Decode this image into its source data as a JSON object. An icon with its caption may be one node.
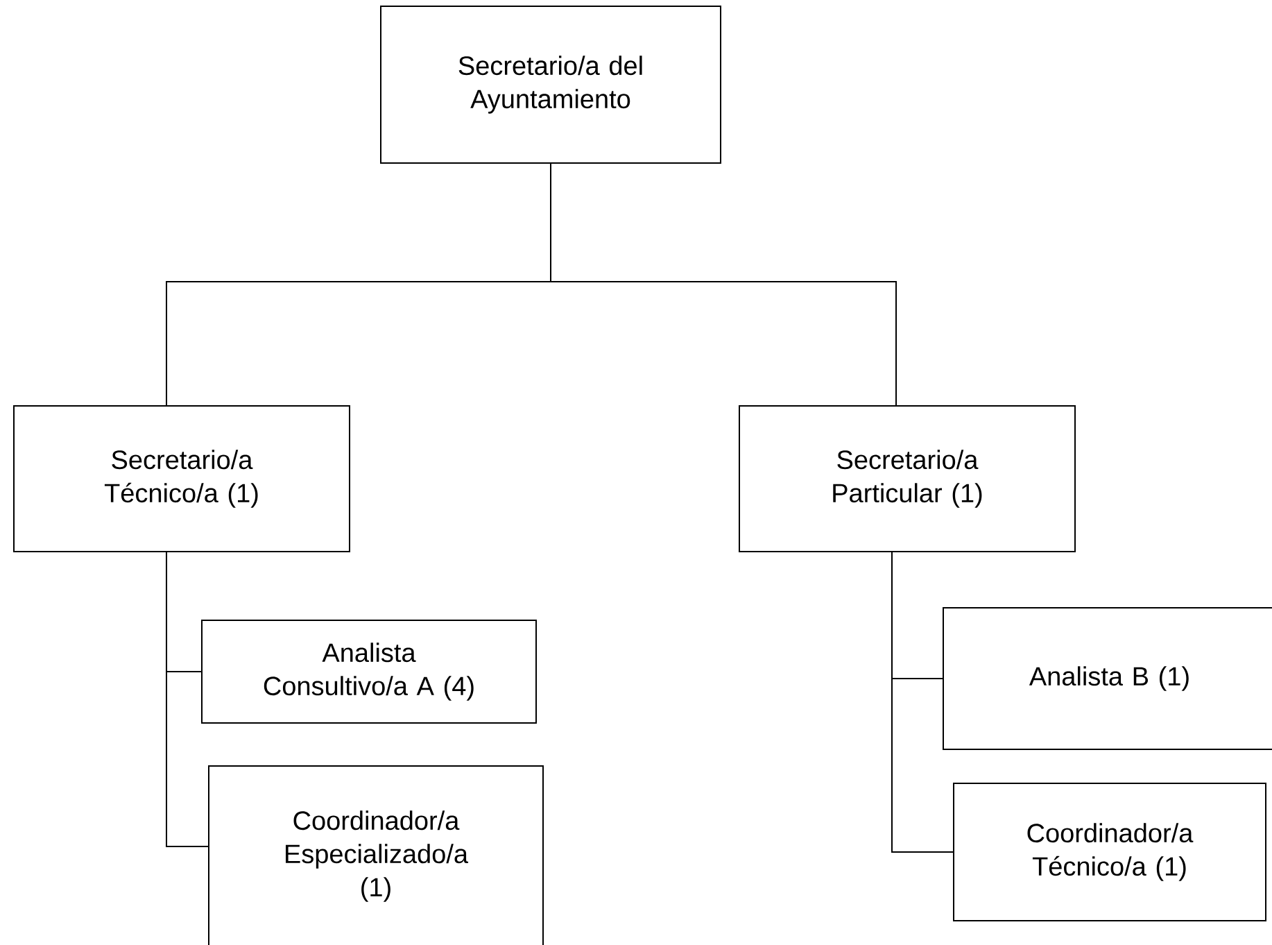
{
  "diagram": {
    "nodes": [
      {
        "text": [
          "Secretario/a del Ayuntamiento"
        ]
      },
      {
        "text": [
          "Secretario/a Técnico/a (1)"
        ]
      },
      {
        "text": [
          "Secretario/a Particular (1)"
        ]
      },
      {
        "text": [
          "Analista Consultivo/a A (4)"
        ]
      },
      {
        "text": [
          "Coordinador/a Especializado/a (1)"
        ]
      },
      {
        "text": [
          "Analista B (1)"
        ]
      },
      {
        "text": [
          "Coordinador/a Técnico/a (1)"
        ]
      }
    ],
    "edges": [
      {
        "from": 0,
        "to": 1,
        "arrow": "none"
      },
      {
        "from": 0,
        "to": 2,
        "arrow": "none"
      },
      {
        "from": 1,
        "to": 3,
        "arrow": "none"
      },
      {
        "from": 1,
        "to": 4,
        "arrow": "none"
      },
      {
        "from": 2,
        "to": 5,
        "arrow": "none"
      },
      {
        "from": 2,
        "to": 6,
        "arrow": "none"
      }
    ]
  }
}
